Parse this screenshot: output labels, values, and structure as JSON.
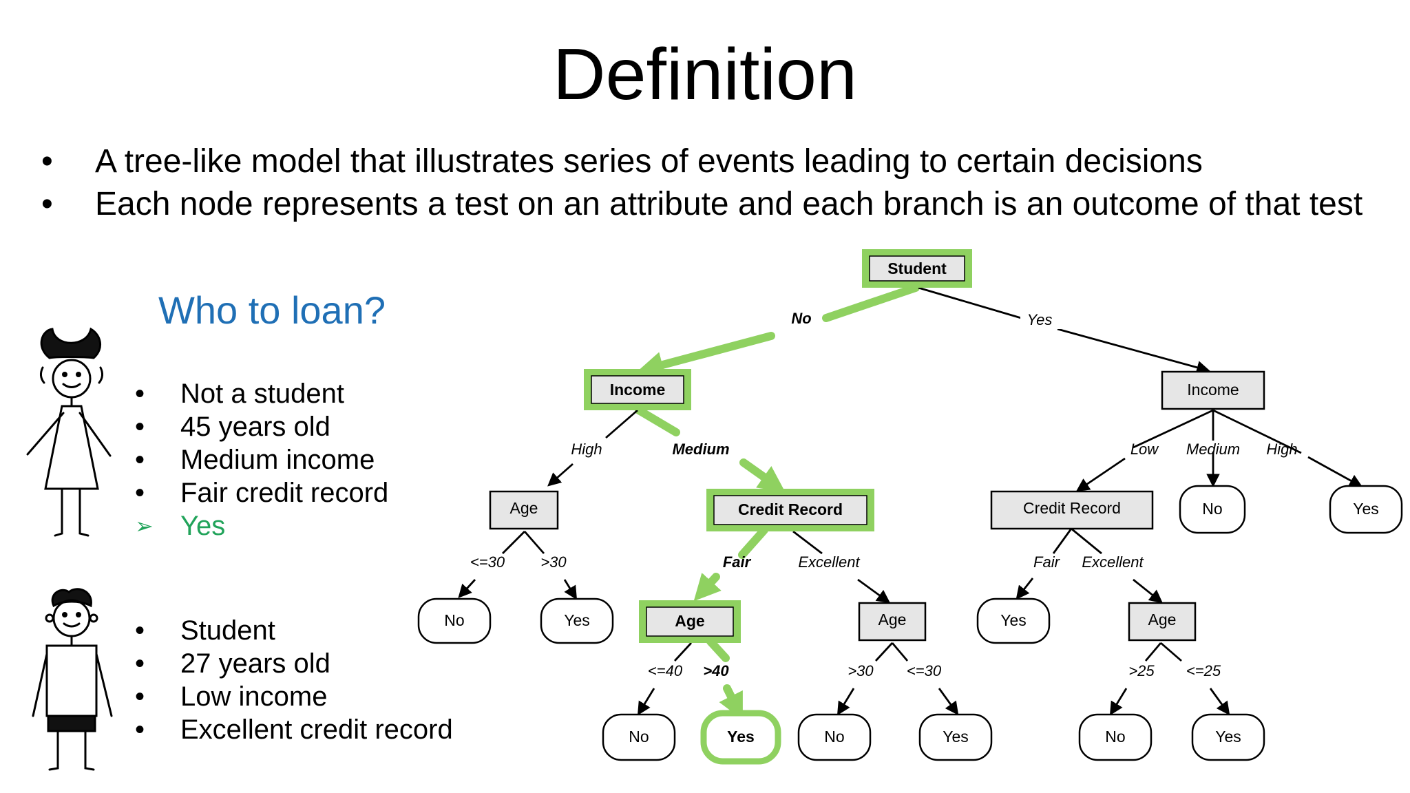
{
  "slide": {
    "title": "Definition",
    "bullets": [
      "A tree-like model that illustrates series of events leading to certain decisions",
      "Each node represents a test on an attribute and each branch is an outcome of that test"
    ],
    "question": "Who to loan?",
    "person1": {
      "items": [
        "Not a student",
        "45 years old",
        "Medium income",
        "Fair credit record"
      ],
      "answer": "Yes"
    },
    "person2": {
      "items": [
        "Student",
        "27 years old",
        "Low income",
        "Excellent credit record"
      ]
    }
  },
  "colors": {
    "highlight": "#8fd160",
    "question": "#1f6fb5",
    "answer": "#21a35a",
    "box_fill": "#e6e6e6"
  },
  "tree": {
    "nodes": {
      "root": "Student",
      "income_left": "Income",
      "income_right": "Income",
      "age_high": "Age",
      "credit_left": "Credit Record",
      "credit_right": "Credit Record",
      "age_fair": "Age",
      "age_excellent": "Age",
      "age_right": "Age",
      "leaf_no_1": "No",
      "leaf_yes_1": "Yes",
      "leaf_no_2": "No",
      "leaf_yes_2": "Yes",
      "leaf_no_3": "No",
      "leaf_yes_3": "Yes",
      "leaf_yes_4": "Yes",
      "leaf_no_medium": "No",
      "leaf_yes_high": "Yes",
      "leaf_no_4": "No",
      "leaf_yes_5": "Yes"
    },
    "edges": {
      "no": "No",
      "yes": "Yes",
      "high_left": "High",
      "medium_left": "Medium",
      "low_right": "Low",
      "medium_right": "Medium",
      "high_right": "High",
      "le30": "<=30",
      "gt30": ">30",
      "fair_left": "Fair",
      "excellent_left": "Excellent",
      "fair_right": "Fair",
      "excellent_right": "Excellent",
      "le40": "<=40",
      "gt40": ">40",
      "gt30b": ">30",
      "le30b": "<=30",
      "gt25": ">25",
      "le25": "<=25"
    }
  }
}
